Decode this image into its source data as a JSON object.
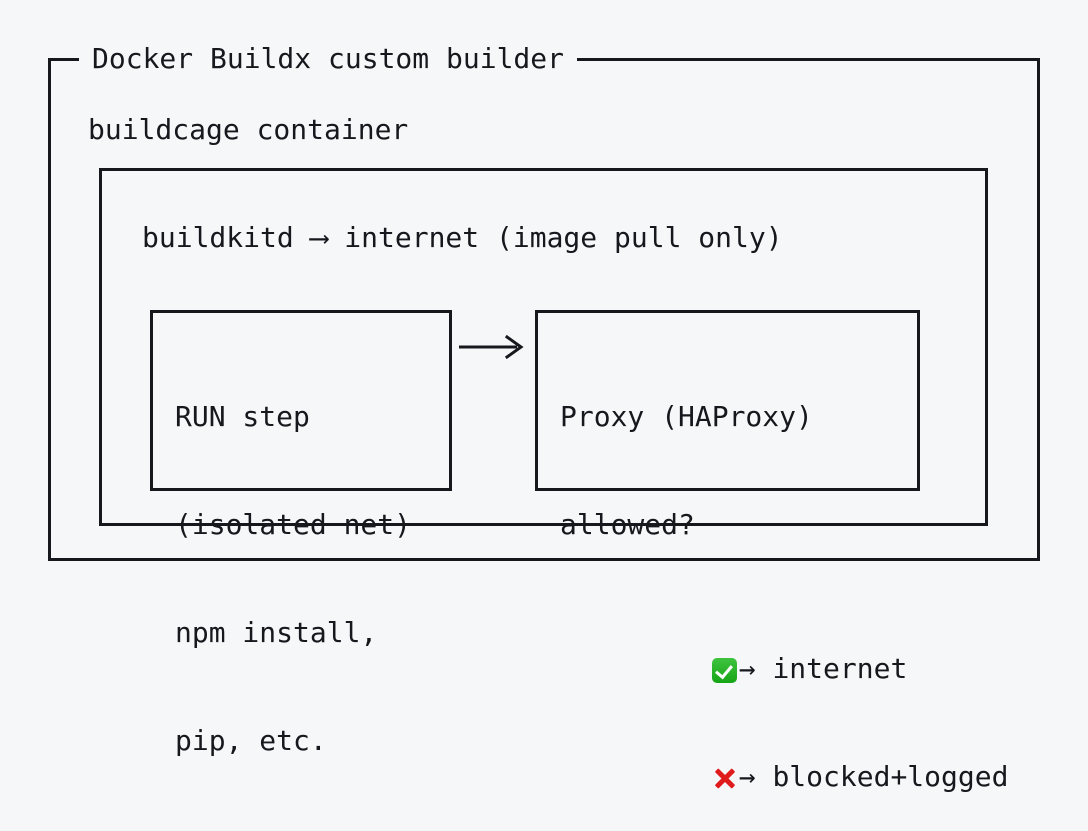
{
  "diagram": {
    "title": "Docker Buildx custom builder",
    "container_label": "buildcage container",
    "buildkitd_flow": "buildkitd ⟶ internet (image pull only)",
    "boxes": {
      "run_step": {
        "lines": [
          "RUN step",
          "(isolated net)",
          "npm install,",
          "pip, etc."
        ]
      },
      "proxy": {
        "lines": [
          "Proxy (HAProxy)",
          "allowed?"
        ],
        "rules": [
          {
            "icon": "white-heavy-check-mark",
            "arrow": "→",
            "result": "internet"
          },
          {
            "icon": "cross-mark",
            "arrow": "→",
            "result": "blocked+logged"
          }
        ]
      }
    },
    "connector": {
      "from": "run_step",
      "to": "proxy",
      "glyph": "⟶"
    },
    "colors": {
      "background": "#f6f7f9",
      "stroke": "#16181d",
      "allow": "#18a318",
      "deny": "#d31f1f"
    }
  }
}
